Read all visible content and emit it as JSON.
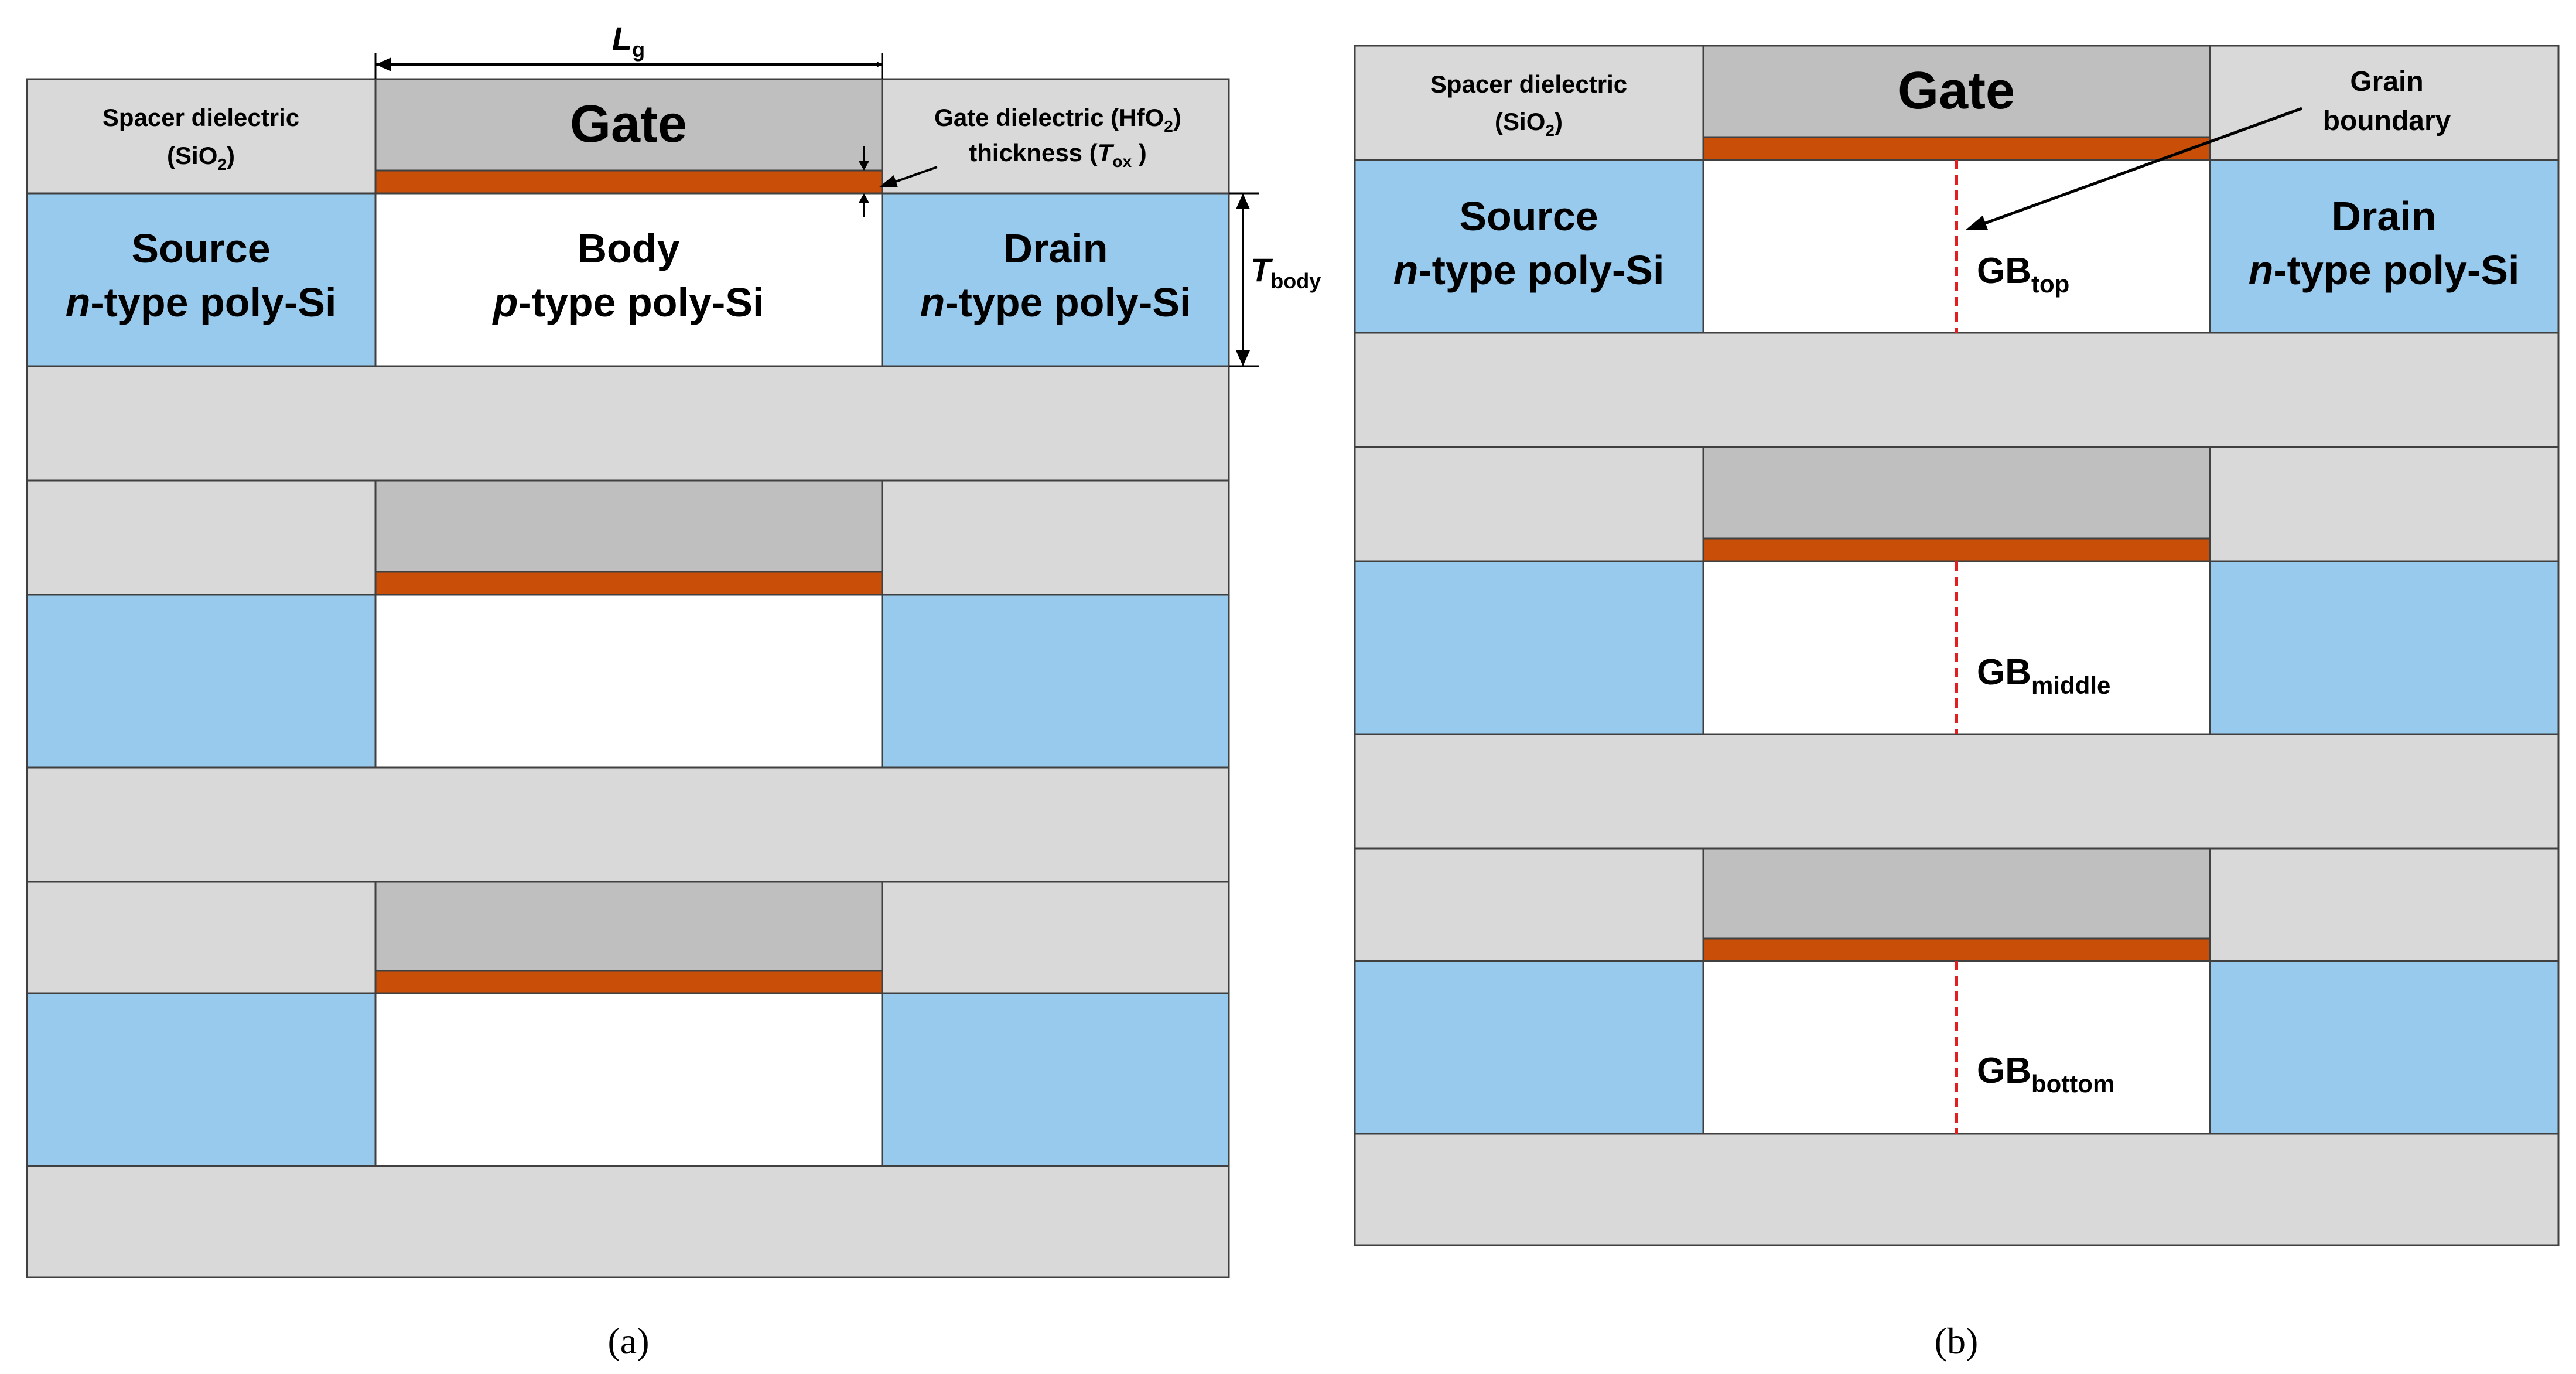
{
  "colors": {
    "spacer": "#d9d9d9",
    "gate": "#bfbfbf",
    "dielectric": "#c94f09",
    "source_drain": "#97caec",
    "body": "#ffffff",
    "outline": "#404040",
    "grain_boundary": "#e02020",
    "text": "#000000"
  },
  "panel_a": {
    "caption": "(a)",
    "spacer_label_line1": "Spacer dielectric",
    "spacer_label_line2": "(SiO",
    "spacer_label_sub": "2",
    "spacer_label_close": ")",
    "gate_label": "Gate",
    "source_line1": "Source",
    "source_line2_italic": "n",
    "source_line2_rest": "-type poly-Si",
    "body_line1": "Body",
    "body_line2_italic": "p",
    "body_line2_rest": "-type poly-Si",
    "drain_line1": "Drain",
    "drain_line2_italic": "n",
    "drain_line2_rest": "-type poly-Si",
    "gate_dielectric_line1": "Gate dielectric (HfO",
    "gate_dielectric_sub": "2",
    "gate_dielectric_close": ")",
    "thickness_text": "thickness (",
    "tox_italic": "T",
    "tox_sub": "ox",
    "tox_close": " )",
    "lg_italic": "L",
    "lg_sub": "g",
    "tbody_italic": "T",
    "tbody_sub": "body"
  },
  "panel_b": {
    "caption": "(b)",
    "spacer_label_line1": "Spacer dielectric",
    "spacer_label_line2": "(SiO",
    "spacer_label_sub": "2",
    "spacer_label_close": ")",
    "gate_label": "Gate",
    "grain_boundary_line1": "Grain",
    "grain_boundary_line2": "boundary",
    "source_line1": "Source",
    "source_line2_italic": "n",
    "source_line2_rest": "-type poly-Si",
    "drain_line1": "Drain",
    "drain_line2_italic": "n",
    "drain_line2_rest": "-type poly-Si",
    "gb_labels": [
      {
        "main": "GB",
        "sub": "top"
      },
      {
        "main": "GB",
        "sub": "middle"
      },
      {
        "main": "GB",
        "sub": "bottom"
      }
    ]
  }
}
